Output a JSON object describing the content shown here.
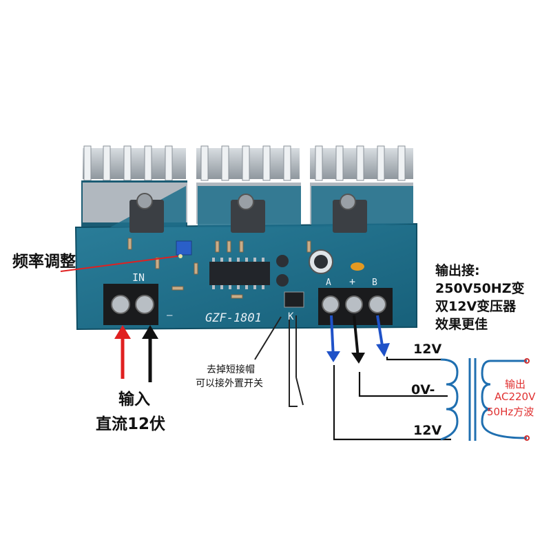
{
  "labels": {
    "freq_adjust": "频率调整",
    "board_in": "IN",
    "board_model": "GZF-1801",
    "board_k": "K",
    "board_minus": "—",
    "term_a": "A",
    "term_plus": "+",
    "term_b": "B",
    "input_line1": "输入",
    "input_line2": "直流12伏",
    "switch_line1": "去掉短接帽",
    "switch_line2": "可以接外置开关",
    "output_info": [
      "输出接:",
      "250V50HZ变",
      "双12V变压器",
      "效果更佳"
    ],
    "tap_top": "12V",
    "tap_mid": "0V-",
    "tap_bot": "12V",
    "out_line1": "输出",
    "out_line2": "AC220V",
    "out_line3": "50Hz方波"
  },
  "colors": {
    "pcb": "#1f6f8b",
    "heatsink": "#b9c0c6",
    "arrow_red": "#e02020",
    "arrow_blue": "#1f52c8",
    "coil_blue": "#1f6fb0",
    "coil_red": "#d03030"
  }
}
